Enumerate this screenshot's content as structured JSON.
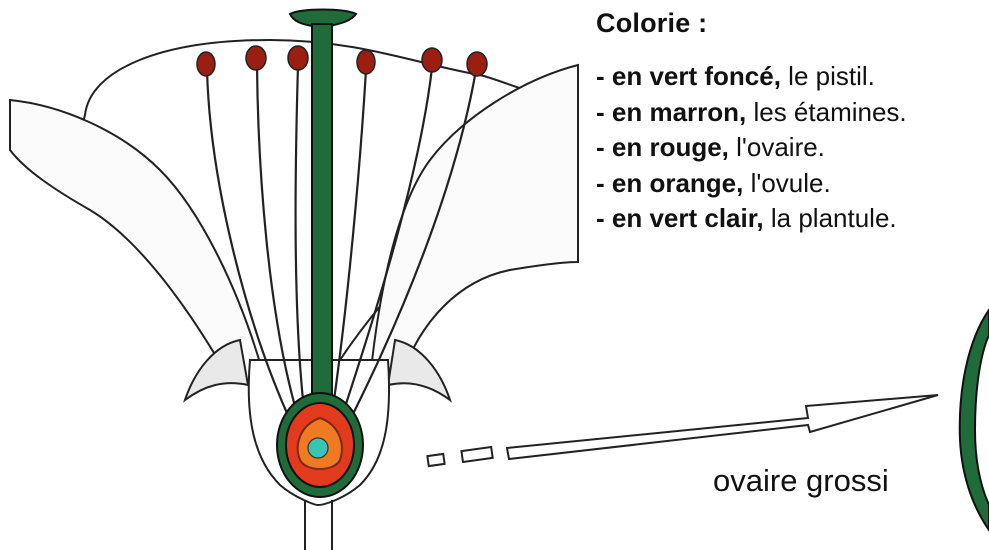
{
  "legend": {
    "title": "Colorie :",
    "items": [
      {
        "key": "- en vert foncé,",
        "target": " le pistil."
      },
      {
        "key": "- en marron,",
        "target": " les étamines."
      },
      {
        "key": "- en rouge,",
        "target": " l'ovaire."
      },
      {
        "key": "- en orange,",
        "target": " l'ovule."
      },
      {
        "key": "- en vert clair,",
        "target": " la plantule."
      }
    ]
  },
  "caption": "ovaire grossi",
  "colors": {
    "pistil": "#1f6b3a",
    "anther": "#9a1e12",
    "ovary": "#e23a1c",
    "ovule": "#f07a22",
    "seedling": "#37c6b4",
    "outline": "#222222",
    "petal_fill": "#ffffff"
  }
}
